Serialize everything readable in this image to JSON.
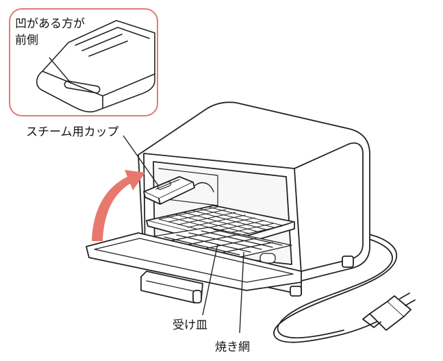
{
  "diagram": {
    "inset_label": [
      "凹がある方が",
      "前側"
    ],
    "labels": {
      "steam_cup": "スチーム用カップ",
      "drip_tray": "受け皿",
      "grill_rack": "焼き網"
    },
    "colors": {
      "accent": "#e8776e",
      "inset_border": "#e07b6f",
      "line": "#222222"
    }
  }
}
